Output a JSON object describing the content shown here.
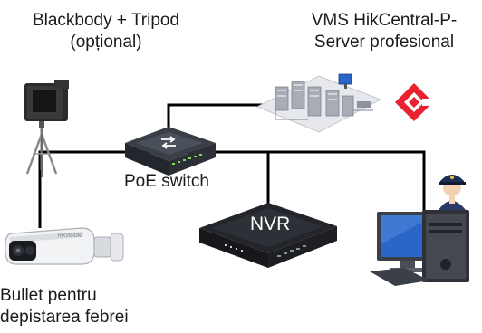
{
  "labels": {
    "blackbody_line1": "Blackbody + Tripod",
    "blackbody_line2": "(opțional)",
    "vms_line1": "VMS HikCentral-P-",
    "vms_line2": "Server profesional",
    "poe_switch": "PoE switch",
    "nvr": "NVR",
    "bullet_line1": "Bullet pentru",
    "bullet_line2": "depistarea febrei"
  },
  "colors": {
    "line": "#000000",
    "logo_red": "#e8232f",
    "nvr_body": "#23252b",
    "monitor_blue": "#2a66c8"
  },
  "icons": [
    "blackbody-tripod-icon",
    "server-rack-icon",
    "hikcentral-logo-icon",
    "poe-switch-icon",
    "nvr-device-icon",
    "bullet-camera-icon",
    "workstation-icon",
    "security-operator-icon"
  ]
}
